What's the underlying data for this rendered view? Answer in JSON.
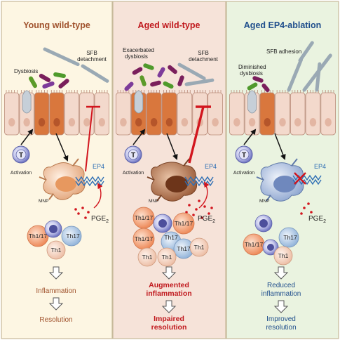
{
  "panels": [
    {
      "title": "Young wild-type",
      "title_color": "#a0522d",
      "bg": "#fdf6e3",
      "labels": {
        "dysbiosis": "Dysbiosis",
        "sfb": "SFB",
        "sfb2": "detachment",
        "t": "T",
        "activation": "Activation",
        "mnp": "MNP",
        "ep4": "EP4",
        "pge": "PGE",
        "sub": "2"
      },
      "cells": [
        "Th1/17",
        "Th17",
        "Th1"
      ],
      "outcome1": "Inflammation",
      "outcome2": "Resolution"
    },
    {
      "title": "Aged wild-type",
      "title_color": "#c0181d",
      "bg": "#f6e3d9",
      "labels": {
        "dysbiosis": "Exacerbated",
        "dysbiosis2": "dysbiosis",
        "sfb": "SFB",
        "sfb2": "detachment",
        "t": "T",
        "activation": "Activation",
        "mnp": "MNP",
        "ep4": "EP4",
        "pge": "PGE",
        "sub": "2"
      },
      "cells": [
        "Th1/17",
        "Th1/17",
        "Th1/17",
        "Th17",
        "Th17",
        "Th1",
        "Th1",
        "Th1"
      ],
      "outcome1a": "Augmented",
      "outcome1b": "inflammation",
      "outcome2a": "Impaired",
      "outcome2b": "resolution"
    },
    {
      "title": "Aged EP4-ablation",
      "title_color": "#1f4e8c",
      "bg": "#eaf3e0",
      "labels": {
        "dysbiosis": "Diminished",
        "dysbiosis2": "dysbiosis",
        "sfb": "SFB adhesion",
        "t": "T",
        "activation": "Activation",
        "mnp": "MNP",
        "ep4": "EP4",
        "pge": "PGE",
        "sub": "2"
      },
      "cells": [
        "Th1/17",
        "Th17",
        "Th1"
      ],
      "outcome1a": "Reduced",
      "outcome1b": "inflammation",
      "outcome2a": "Improved",
      "outcome2b": "resolution"
    }
  ],
  "colors": {
    "epithelium": "#f3d9cc",
    "epithelium_border": "#b98a78",
    "activated_cell": "#d9773d",
    "sfb": "#9aa9b4",
    "arrow_red": "#d2161e",
    "t_cell": "#8a8fd0",
    "th_orange": "#f2a47c",
    "th_blue": "#a9c4e2",
    "th_pink": "#f3cdb8",
    "receptor": "#2f6fb4"
  }
}
